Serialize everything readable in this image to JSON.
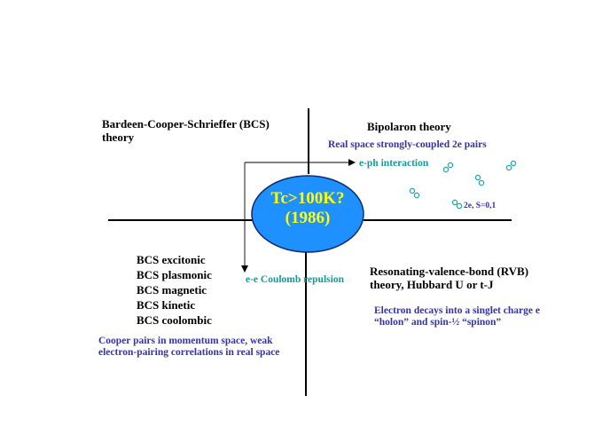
{
  "center": {
    "line1": "Tc>100K?",
    "line2": "(1986)",
    "fill_color": "#1e90ff",
    "text_color": "#ffff00"
  },
  "top_left": {
    "title_line1": "Bardeen-Cooper-Schrieffer (BCS)",
    "title_line2": "theory"
  },
  "top_right": {
    "title": "Bipolaron theory",
    "subtitle": "Real space strongly-coupled 2e pairs",
    "pair_label": "2e, S=0,1"
  },
  "arrows": {
    "eph_label": "e-ph interaction",
    "ee_label": "e-e Coulomb repulsion"
  },
  "bottom_left": {
    "items": [
      "BCS excitonic",
      "BCS plasmonic",
      "BCS magnetic",
      "BCS kinetic",
      "BCS coolombic"
    ],
    "note_line1": "Cooper pairs in momentum space, weak",
    "note_line2": "electron-pairing correlations in real space"
  },
  "bottom_right": {
    "title_line1": "Resonating-valence-bond (RVB)",
    "title_line2": "theory, Hubbard U or t-J",
    "note_line1": "Electron decays into a singlet charge e",
    "note_line2": "“holon” and spin-½ “spinon”"
  },
  "colors": {
    "axis": "#000000",
    "blue_text": "#3333aa",
    "teal_text": "#129a9a",
    "pair_dot": "#20a8a8"
  }
}
